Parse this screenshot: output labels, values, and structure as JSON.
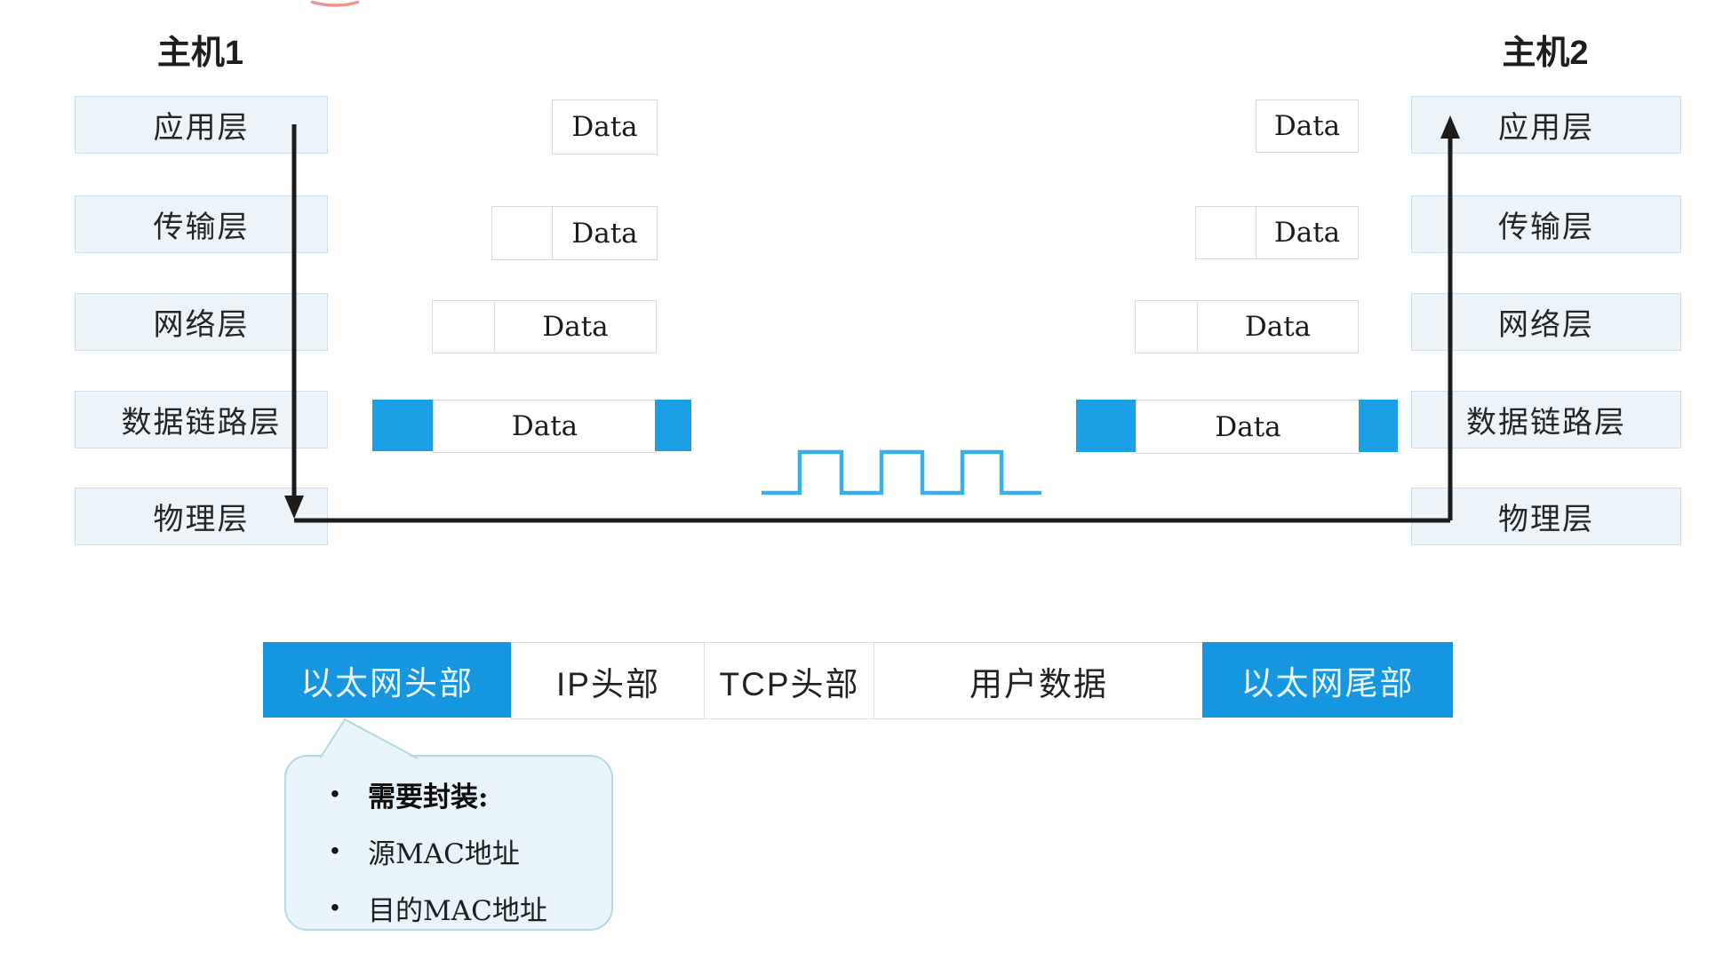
{
  "hosts": {
    "host1": {
      "title": "主机1"
    },
    "host2": {
      "title": "主机2"
    }
  },
  "layers": [
    "应用层",
    "传输层",
    "网络层",
    "数据链路层",
    "物理层"
  ],
  "data_label": "Data",
  "frame": {
    "cells": [
      {
        "label": "以太网头部",
        "variant": "blue"
      },
      {
        "label": "IP头部",
        "variant": "white"
      },
      {
        "label": "TCP头部",
        "variant": "white"
      },
      {
        "label": "用户数据",
        "variant": "white"
      },
      {
        "label": "以太网尾部",
        "variant": "blue"
      }
    ]
  },
  "callout": {
    "bullet": "•",
    "items": [
      {
        "text": "需要封装:",
        "bold": true
      },
      {
        "text": "源MAC地址",
        "bold": false
      },
      {
        "text": "目的MAC地址",
        "bold": false
      }
    ]
  },
  "colors": {
    "link_block_blue": "#1BA0E8",
    "frame_blue": "#1695E0",
    "waveform_blue": "#38AFE5",
    "arrow_black": "#1c1c1c",
    "layer_box_fill": "#edf4f9",
    "layer_box_border": "#cfe0ea",
    "annotation_red": "#ef8080"
  }
}
